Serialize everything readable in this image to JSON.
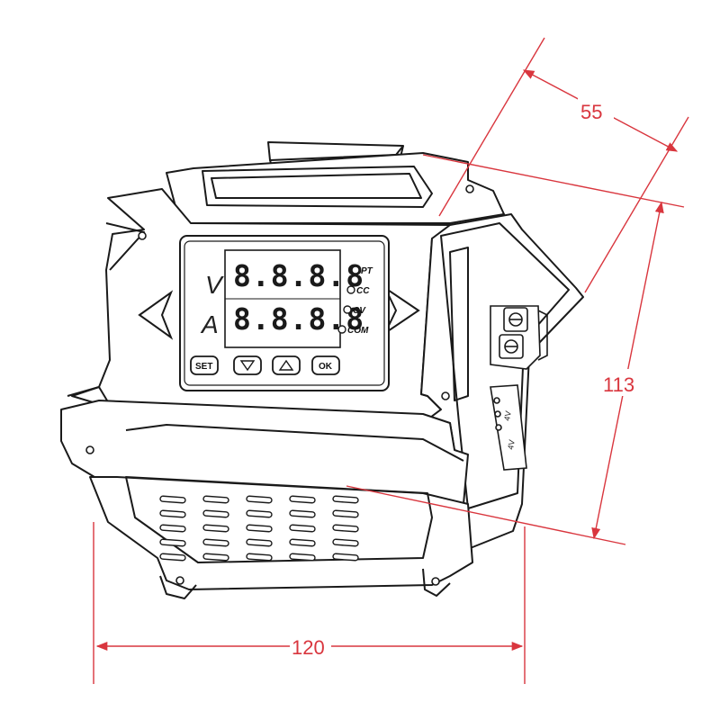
{
  "dimensions": {
    "width": "120",
    "height": "113",
    "depth": "55"
  },
  "display": {
    "voltage_label": "V",
    "current_label": "A",
    "voltage_digits": "8.8.8.8",
    "current_digits": "8.8.8.8"
  },
  "indicators": [
    {
      "label": "PT"
    },
    {
      "label": "CC"
    },
    {
      "label": "CV"
    },
    {
      "label": "COM"
    }
  ],
  "buttons": [
    {
      "label": "SET"
    },
    {
      "label": "",
      "icon": "triangle-down-icon"
    },
    {
      "label": "",
      "icon": "triangle-up-icon"
    },
    {
      "label": "OK"
    }
  ],
  "terminal_labels": [
    "4V",
    "4V"
  ],
  "colors": {
    "dimension_line": "#d9363e",
    "outline": "#1a1a1a"
  }
}
